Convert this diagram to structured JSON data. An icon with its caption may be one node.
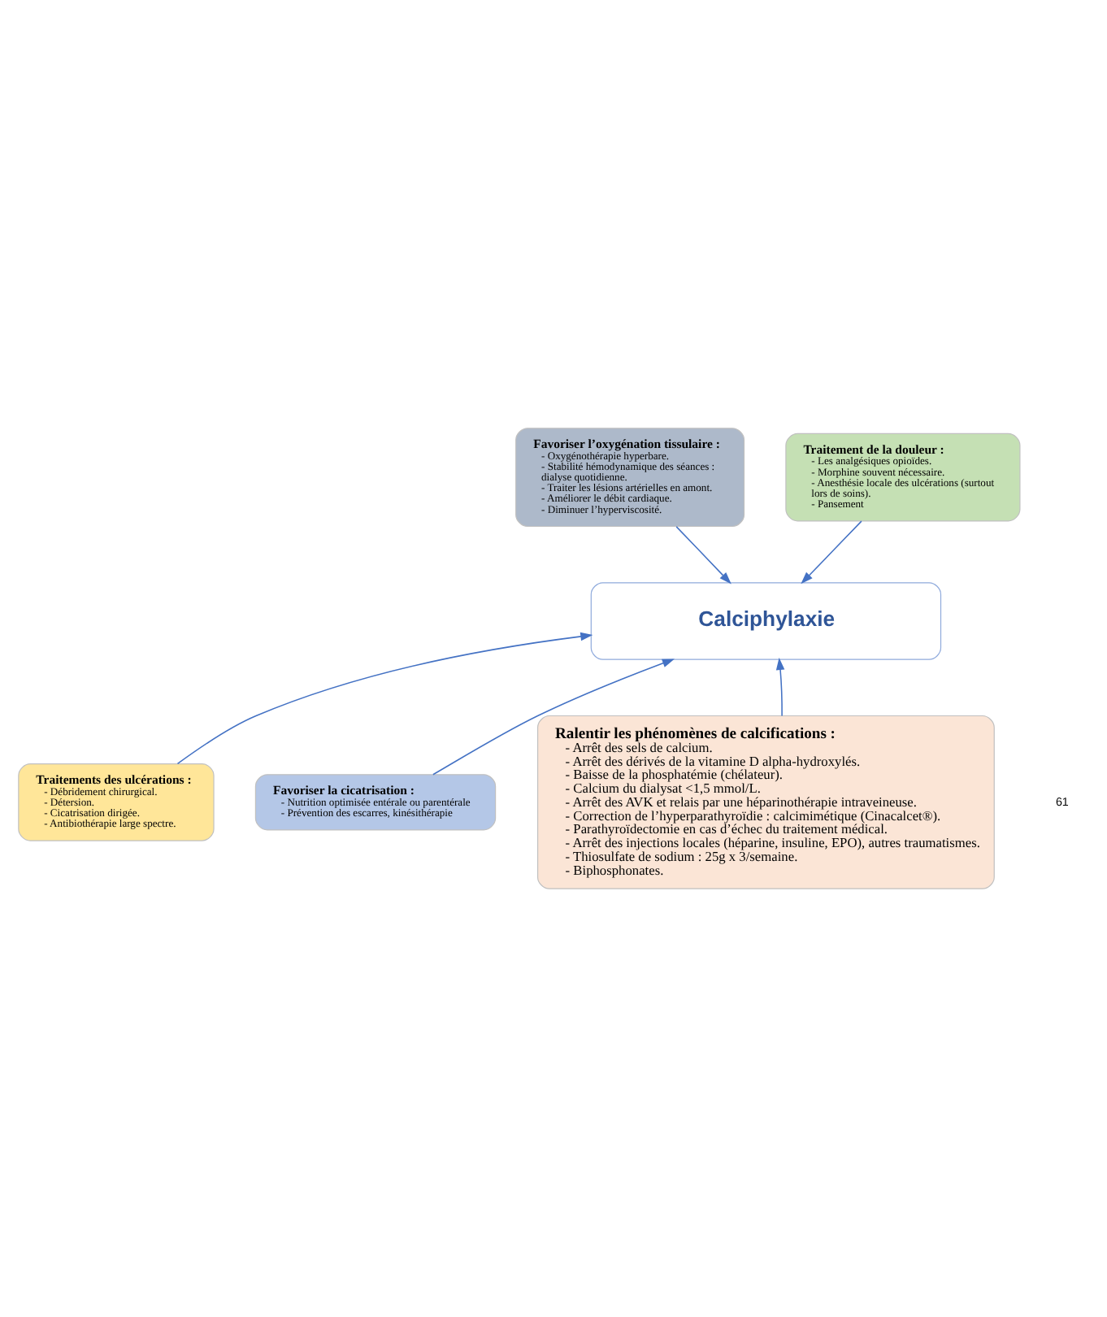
{
  "diagram": {
    "nodes": [
      {
        "text": [
          "Favoriser l’oxygénation tissulaire :",
          "- Oxygénothérapie hyperbare.",
          "- Stabilité hémodynamique des séances : dialyse quotidienne.",
          "- Traiter les lésions artérielles en amont.",
          "- Améliorer le débit cardiaque.",
          "- Diminuer l’hyperviscosité."
        ]
      },
      {
        "text": [
          "Traitement de la douleur :",
          "- Les analgésiques opioïdes.",
          "- Morphine souvent nécessaire.",
          "- Anesthésie locale des ulcérations (surtout lors de soins).",
          "- Pansement"
        ]
      },
      {
        "text": [
          "Calciphylaxie"
        ]
      },
      {
        "text": [
          "Traitements des ulcérations :",
          "- Débridement chirurgical.",
          "- Détersion.",
          "- Cicatrisation dirigée.",
          "- Antibiothérapie large spectre."
        ]
      },
      {
        "text": [
          "Favoriser la cicatrisation :",
          "- Nutrition optimisée entérale ou parentérale",
          "- Prévention des escarres, kinésithérapie"
        ]
      },
      {
        "text": [
          "Ralentir les phénomènes de calcifications :",
          "- Arrêt des sels de calcium.",
          "- Arrêt des dérivés de la vitamine D alpha-hydroxylés.",
          "- Baisse de la phosphatémie (chélateur).",
          "- Calcium du dialysat <1,5 mmol/L.",
          "- Arrêt des AVK et relais par une héparinothérapie intraveineuse.",
          "- Correction de l’hyperparathyroïdie : calcimimétique (Cinacalcet®).",
          "- Parathyroïdectomie en cas d’échec du traitement médical.",
          "- Arrêt des injections locales (héparine, insuline, EPO), autres traumatismes.",
          "- Thiosulfate de sodium : 25g x 3/semaine.",
          "- Biphosphonates."
        ]
      }
    ],
    "edges": [
      {
        "from": 0,
        "to": 2,
        "arrow": "to"
      },
      {
        "from": 1,
        "to": 2,
        "arrow": "to"
      },
      {
        "from": 3,
        "to": 2,
        "arrow": "to"
      },
      {
        "from": 4,
        "to": 2,
        "arrow": "to"
      },
      {
        "from": 5,
        "to": 2,
        "arrow": "to"
      }
    ],
    "labels": [
      "61"
    ]
  }
}
